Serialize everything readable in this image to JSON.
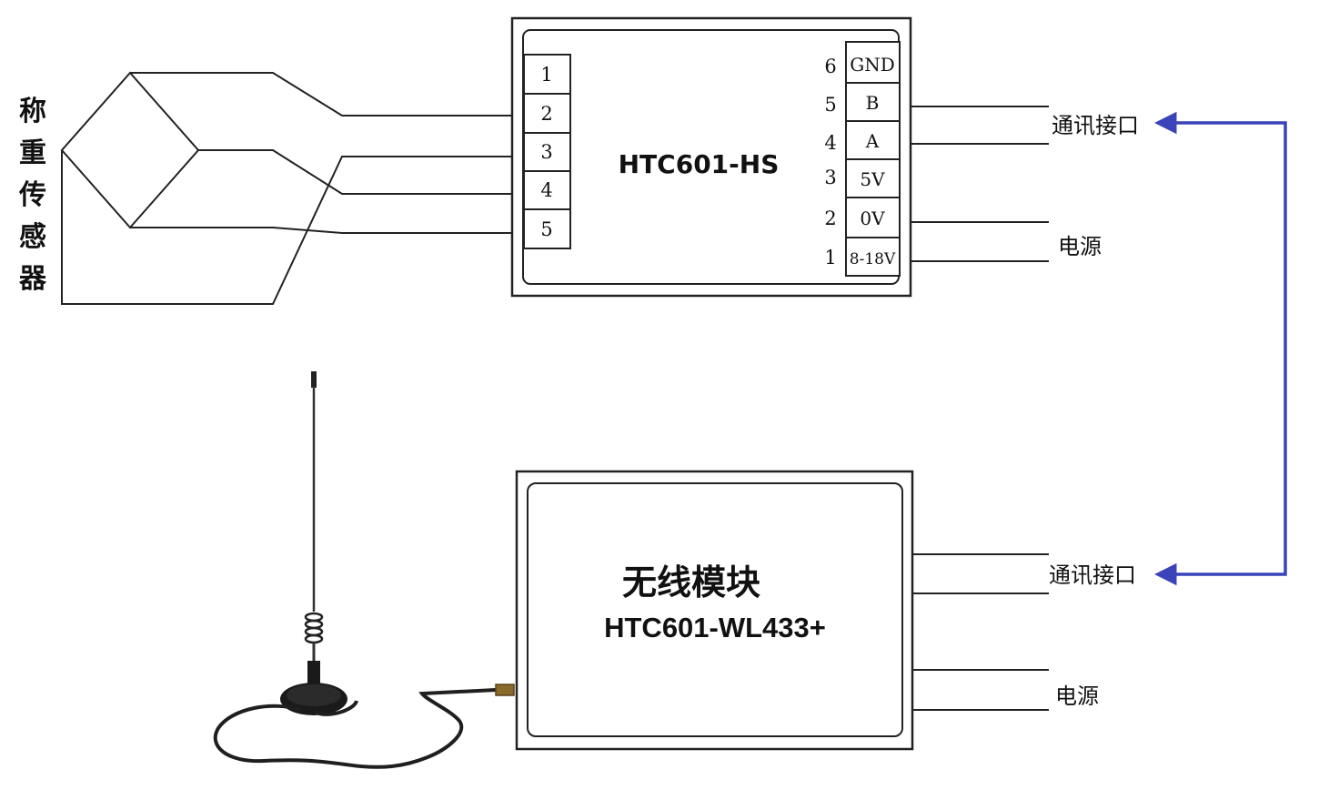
{
  "sensor": {
    "label": [
      "称",
      "重",
      "传",
      "感",
      "器"
    ]
  },
  "amplifier": {
    "name": "HTC601-HS",
    "left_pins": [
      "1",
      "2",
      "3",
      "4",
      "5"
    ],
    "right_pins": [
      {
        "num": "6",
        "label": "GND"
      },
      {
        "num": "5",
        "label": "B"
      },
      {
        "num": "4",
        "label": "A"
      },
      {
        "num": "3",
        "label": "5V"
      },
      {
        "num": "2",
        "label": "0V"
      },
      {
        "num": "1",
        "label": "8-18V"
      }
    ],
    "comm_label": "通讯接口",
    "power_label": "电源"
  },
  "wireless": {
    "title": "无线模块",
    "name": "HTC601-WL433+",
    "comm_label": "通讯接口",
    "power_label": "电源"
  },
  "link_color": "#3a44b8"
}
